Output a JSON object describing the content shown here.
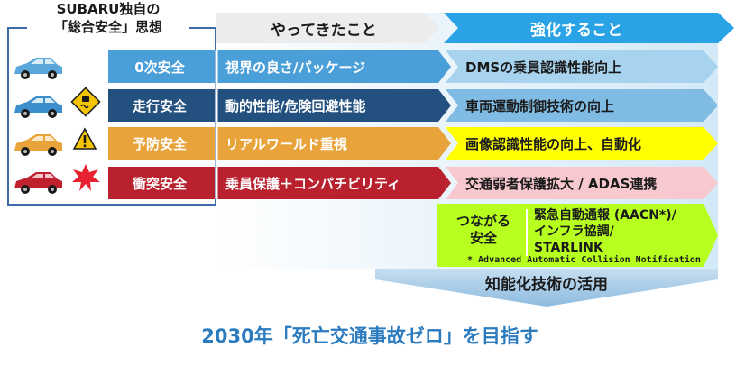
{
  "framework": {
    "title_line1": "SUBARU独自の",
    "title_line2": "「総合安全」思想",
    "categories": [
      {
        "label": "0次安全",
        "color": "#4b9fd9"
      },
      {
        "label": "走行安全",
        "color": "#23507f"
      },
      {
        "label": "予防安全",
        "color": "#e8a33a"
      },
      {
        "label": "衝突安全",
        "color": "#b8212d"
      }
    ]
  },
  "columns": {
    "done_header": "やってきたこと",
    "strengthen_header": "強化すること"
  },
  "rows": [
    {
      "done": "視界の良さ/パッケージ",
      "strengthen": "DMSの乗員認識性能向上"
    },
    {
      "done": "動的性能/危険回避性能",
      "strengthen": "車両運動制御技術の向上"
    },
    {
      "done": "リアルワールド重視",
      "strengthen": "画像認識性能の向上、自動化"
    },
    {
      "done": "乗員保護＋コンパチビリティ",
      "strengthen": "交通弱者保護拡大 / ADAS連携"
    }
  ],
  "connected": {
    "label_line1": "つながる",
    "label_line2": "安全",
    "detail_line1": "緊急自動通報 (AACN*)/",
    "detail_line2": "インフラ協調/",
    "detail_line3": "STARLINK",
    "footnote": "* Advanced Automatic Collision Notification"
  },
  "utilization": "知能化技術の活用",
  "goal": "2030年「死亡交通事故ゼロ」を目指す",
  "colors": {
    "frame_blue": "#3e6aa8",
    "header_blue": "#29a3e6",
    "row0": "#a7d3ef",
    "row1": "#2b5f8e",
    "row2": "#ffff00",
    "row3": "#c0212e",
    "connected": "#b6ff1f",
    "goal_text": "#2b7bbf"
  },
  "icons": [
    "car-icon",
    "slippery-road-icon",
    "warning-icon",
    "collision-icon"
  ]
}
